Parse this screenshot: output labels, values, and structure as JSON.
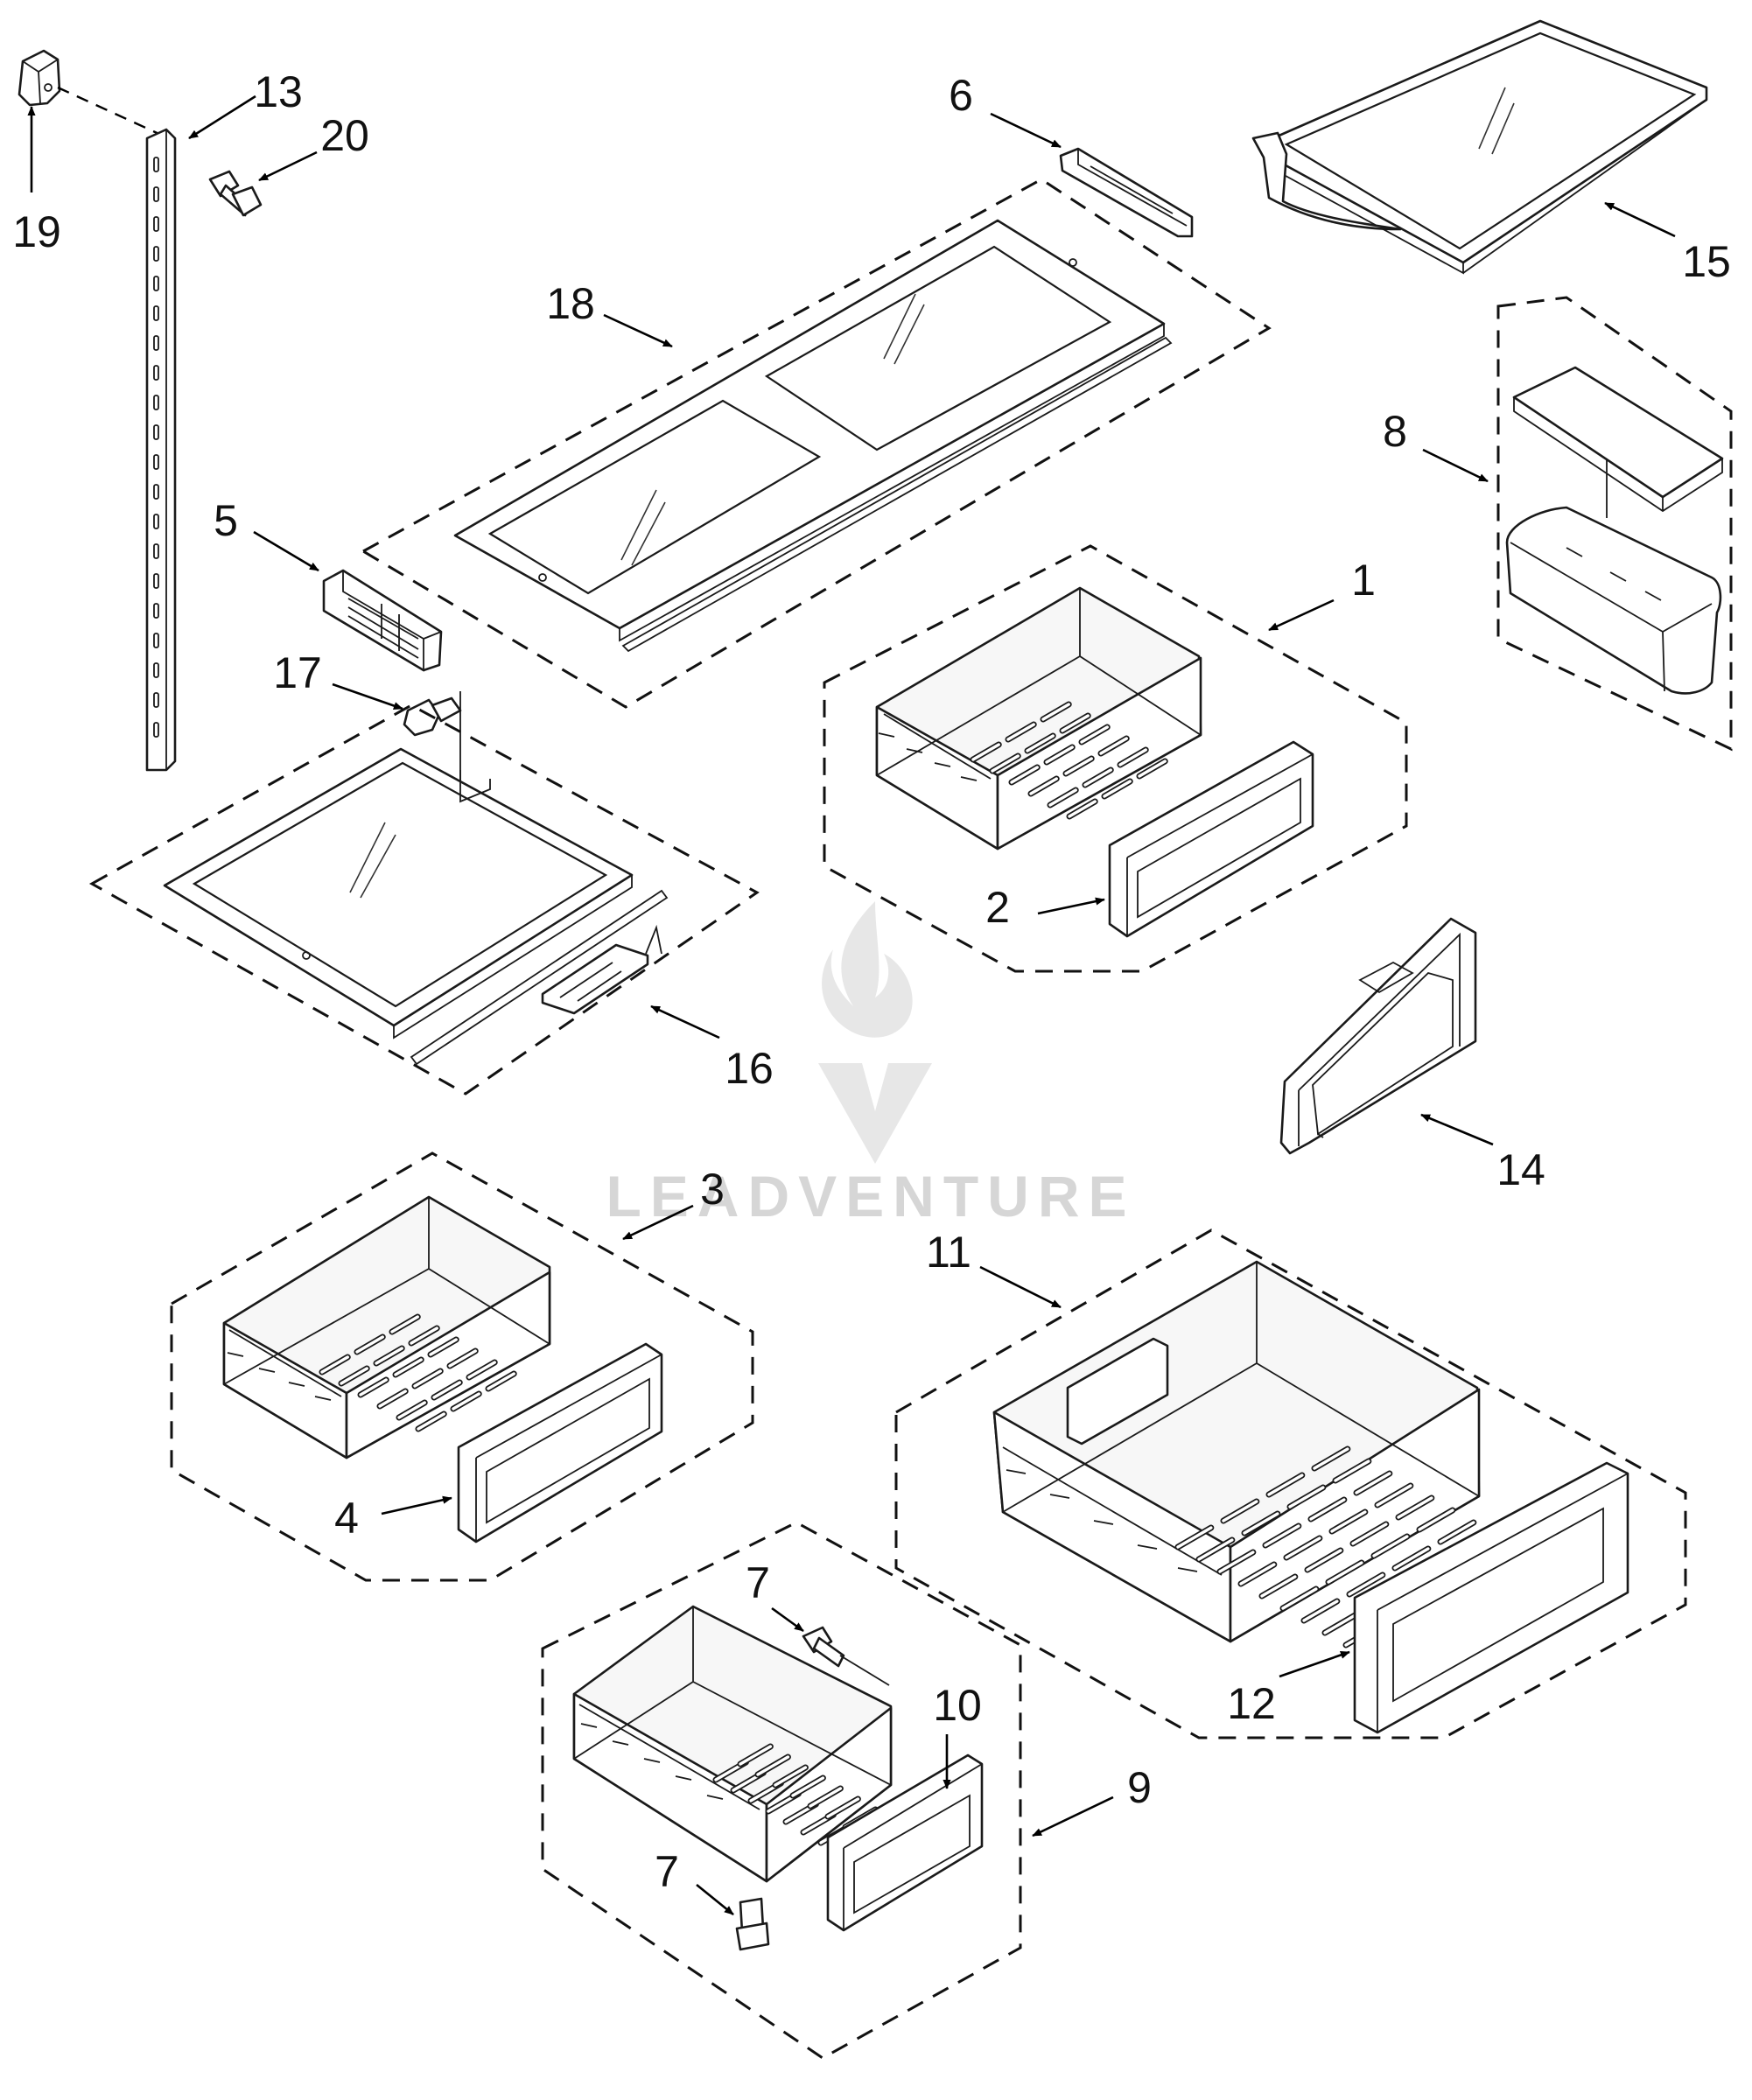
{
  "diagram": {
    "callouts": {
      "c1": "1",
      "c2": "2",
      "c3": "3",
      "c4": "4",
      "c5": "5",
      "c6": "6",
      "c7a": "7",
      "c7b": "7",
      "c8": "8",
      "c9": "9",
      "c10": "10",
      "c11": "11",
      "c12": "12",
      "c13": "13",
      "c14": "14",
      "c15": "15",
      "c16": "16",
      "c17": "17",
      "c18": "18",
      "c19": "19",
      "c20": "20"
    },
    "watermark": "LEADVENTURE"
  }
}
